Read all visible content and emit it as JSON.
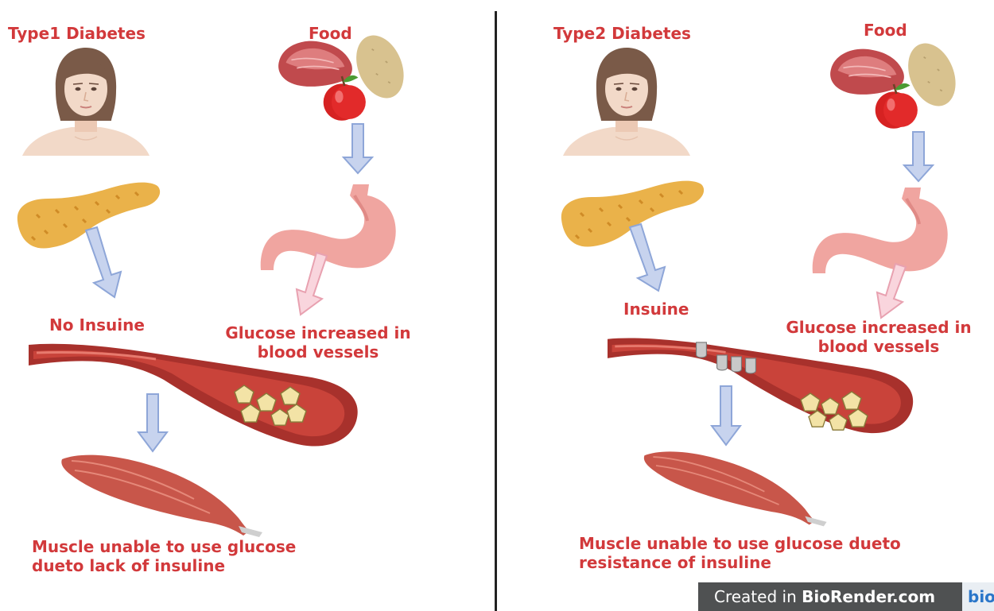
{
  "colors": {
    "label": "#d2393b",
    "arrow_blue_fill": "#c7d3ee",
    "arrow_blue_stroke": "#8ea6d8",
    "arrow_pink_fill": "#f9d5dd",
    "arrow_pink_stroke": "#e8a1b0",
    "vessel_outer": "#a8312c",
    "vessel_inner": "#c9433a",
    "glucose": "#f3e3a6",
    "skin": "#f2d9c8",
    "hair": "#7a5a48",
    "pancreas": "#eab24a",
    "stomach": "#f0a5a0",
    "muscle": "#c8564a",
    "meat": "#c04a4d",
    "apple": "#d62222",
    "potato": "#d8c28f",
    "receptor": "#c9c9c9",
    "divider": "#222222",
    "watermark_bg": "#4f5152"
  },
  "icons": [
    "person-bust-icon",
    "meat-icon",
    "potato-icon",
    "apple-icon",
    "pancreas-icon",
    "stomach-icon",
    "blood-vessel-icon",
    "glucose-molecule-icon",
    "insulin-receptor-icon",
    "muscle-icon",
    "down-arrow-icon"
  ],
  "left": {
    "title": "Type1 Diabetes",
    "food_label": "Food",
    "insulin_label": "No Insuine",
    "glucose_label_line1": "Glucose increased in",
    "glucose_label_line2": "blood vessels",
    "muscle_label_line1": "Muscle unable to use glucose",
    "muscle_label_line2": "dueto lack of insuline"
  },
  "right": {
    "title": "Type2 Diabetes",
    "food_label": "Food",
    "insulin_label": "Insuine",
    "glucose_label_line1": "Glucose increased in",
    "glucose_label_line2": "blood vessels",
    "muscle_label_line1": "Muscle unable to use glucose dueto",
    "muscle_label_line2": "resistance of insuline"
  },
  "watermark": {
    "prefix": "Created in ",
    "brand": "BioRender.com",
    "chip": "bio"
  }
}
